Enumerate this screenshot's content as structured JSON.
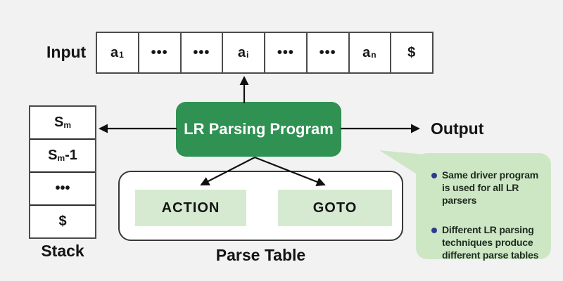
{
  "colors": {
    "background": "#f2f2f2",
    "program_green": "#2f9152",
    "panel_light_green": "#d6ead2",
    "callout_green": "#cde7c5",
    "bullet_navy": "#2e3a8d",
    "border_dark": "#4b4b4b",
    "text_dark": "#141414",
    "program_text": "#ffffff"
  },
  "input": {
    "label": "Input",
    "cells": [
      {
        "base": "a",
        "sub": "1"
      },
      {
        "base": "•••"
      },
      {
        "base": "•••"
      },
      {
        "base": "a",
        "sub": "i"
      },
      {
        "base": "•••"
      },
      {
        "base": "•••"
      },
      {
        "base": "a",
        "sub": "n"
      },
      {
        "base": "$"
      }
    ]
  },
  "stack": {
    "label": "Stack",
    "cells": [
      {
        "base": "S",
        "sub": "m"
      },
      {
        "base": "S",
        "sub": "m",
        "suffix": "-1"
      },
      {
        "base": "•••"
      },
      {
        "base": "$"
      }
    ]
  },
  "program": {
    "label": "LR Parsing Program"
  },
  "output": {
    "label": "Output"
  },
  "parse_table": {
    "label": "Parse Table",
    "action_label": "ACTION",
    "goto_label": "GOTO"
  },
  "callout": {
    "bullets": [
      "Same driver program is used for all LR parsers",
      "Different LR parsing techniques produce different parse tables"
    ]
  }
}
